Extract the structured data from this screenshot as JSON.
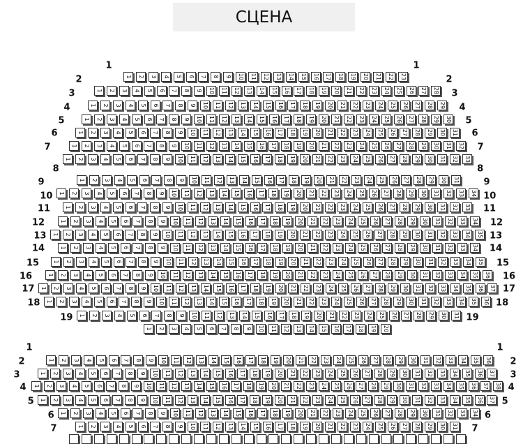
{
  "stage": {
    "label": "СЦЕНА"
  },
  "sections": [
    {
      "name": "section-1",
      "labels": [
        "1",
        "2",
        "3",
        "4",
        "5",
        "6",
        "7",
        "8",
        "9",
        "10",
        "11",
        "12",
        "13",
        "14",
        "15",
        "16",
        "17",
        "18",
        "19"
      ],
      "seat_rows": [
        23,
        28,
        29,
        30,
        31,
        32,
        33,
        31,
        34,
        33,
        34,
        35,
        34,
        35,
        36,
        37,
        36,
        31,
        20
      ]
    },
    {
      "name": "section-2",
      "labels": [
        "1",
        "2",
        "3",
        "4",
        "5",
        "6",
        "7"
      ],
      "seat_rows": [
        36,
        37,
        38,
        37,
        34,
        31,
        32
      ]
    }
  ]
}
